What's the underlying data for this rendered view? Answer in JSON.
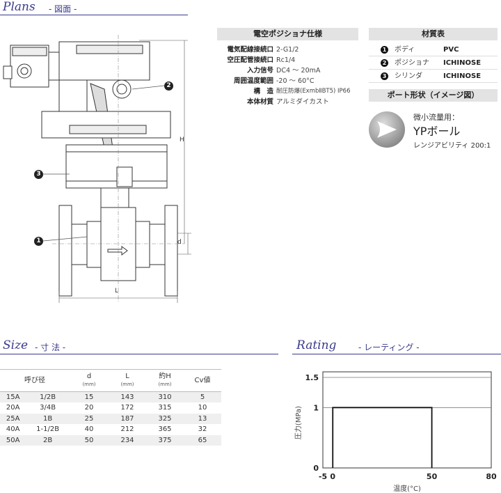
{
  "plans": {
    "title": "Plans",
    "subtitle": "- 図面 -"
  },
  "drawing": {
    "callouts": [
      "2",
      "3",
      "1"
    ],
    "dim_h": "H",
    "dim_d": "d",
    "dim_l": "L"
  },
  "specs": {
    "header": "電空ポジショナ仕様",
    "rows": [
      {
        "key": "電気配線接続口",
        "value": "2-G1/2"
      },
      {
        "key": "空圧配管接続口",
        "value": "Rc1/4"
      },
      {
        "key": "入力信号",
        "value": "DC4 ～ 20mA"
      },
      {
        "key": "周囲温度範囲",
        "value": "-20 ～ 60°C"
      },
      {
        "key": "構　造",
        "value": "耐圧防爆(ExmbⅡBT5) IP66"
      },
      {
        "key": "本体材質",
        "value": "アルミダイカスト"
      }
    ]
  },
  "materials": {
    "header": "材質表",
    "rows": [
      {
        "num": "1",
        "part": "ボディ",
        "material": "PVC"
      },
      {
        "num": "2",
        "part": "ポジショナ",
        "material": "ICHINOSE"
      },
      {
        "num": "3",
        "part": "シリンダ",
        "material": "ICHINOSE"
      }
    ]
  },
  "port": {
    "header": "ポート形状（イメージ図）",
    "caption": "微小流量用：",
    "name": "YPボール",
    "detail": "レンジアビリティ 200:1",
    "icon": "yp-ball-icon"
  },
  "size": {
    "title": "Size",
    "subtitle": "- 寸 法 -",
    "headers": {
      "nominal": "呼び径",
      "d": "d",
      "L": "L",
      "H": "約H",
      "cv": "Cv値",
      "unit": "(mm)"
    },
    "rows": [
      {
        "a": "15A",
        "b": "1/2B",
        "d": "15",
        "L": "143",
        "H": "310",
        "cv": "5"
      },
      {
        "a": "20A",
        "b": "3/4B",
        "d": "20",
        "L": "172",
        "H": "315",
        "cv": "10"
      },
      {
        "a": "25A",
        "b": "1B",
        "d": "25",
        "L": "187",
        "H": "325",
        "cv": "13"
      },
      {
        "a": "40A",
        "b": "1-1/2B",
        "d": "40",
        "L": "212",
        "H": "365",
        "cv": "32"
      },
      {
        "a": "50A",
        "b": "2B",
        "d": "50",
        "L": "234",
        "H": "375",
        "cv": "65"
      }
    ]
  },
  "rating": {
    "title": "Rating",
    "subtitle": "- レーティング -",
    "chart_data": {
      "type": "area",
      "xlabel": "温度(°C)",
      "ylabel": "圧力(MPa)",
      "x_ticks": [
        "-5",
        "0",
        "50",
        "80"
      ],
      "y_ticks": [
        "0",
        "1",
        "1.5"
      ],
      "xlim": [
        -5,
        80
      ],
      "ylim": [
        0,
        1.5
      ],
      "gridlines_y": [
        1,
        1.5
      ],
      "series": [
        {
          "x": [
            0,
            0,
            50,
            50
          ],
          "y": [
            0,
            1,
            1,
            0
          ]
        }
      ]
    }
  },
  "colors": {
    "accent": "#3a3a8c",
    "header_bg": "#e3e3e3",
    "row_alt": "#efefef"
  }
}
